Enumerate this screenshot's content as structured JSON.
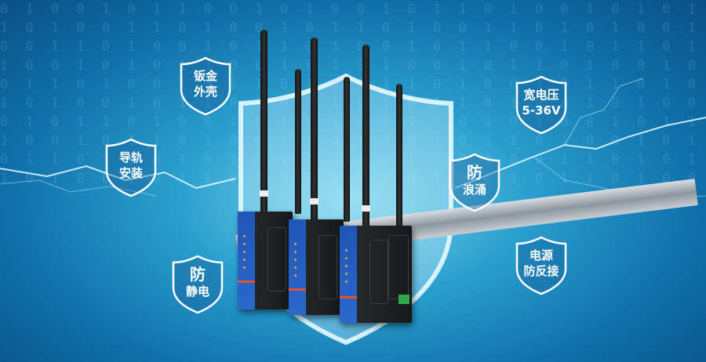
{
  "badges": {
    "sheet_metal": {
      "line1": "钣金",
      "line2": "外壳"
    },
    "din_rail": {
      "line1": "导轨",
      "line2": "安装"
    },
    "anti_static": {
      "line1": "防",
      "line2": "静电"
    },
    "wide_voltage": {
      "line1": "宽电压",
      "line2": "5-36V"
    },
    "anti_surge": {
      "line1": "防",
      "line2": "浪涌"
    },
    "reverse_polarity": {
      "line1": "电源",
      "line2": "防反接"
    }
  },
  "colors": {
    "background": "#2a9fcf",
    "device_front": "#1f56b8",
    "accent_stripe": "#e8522a"
  }
}
